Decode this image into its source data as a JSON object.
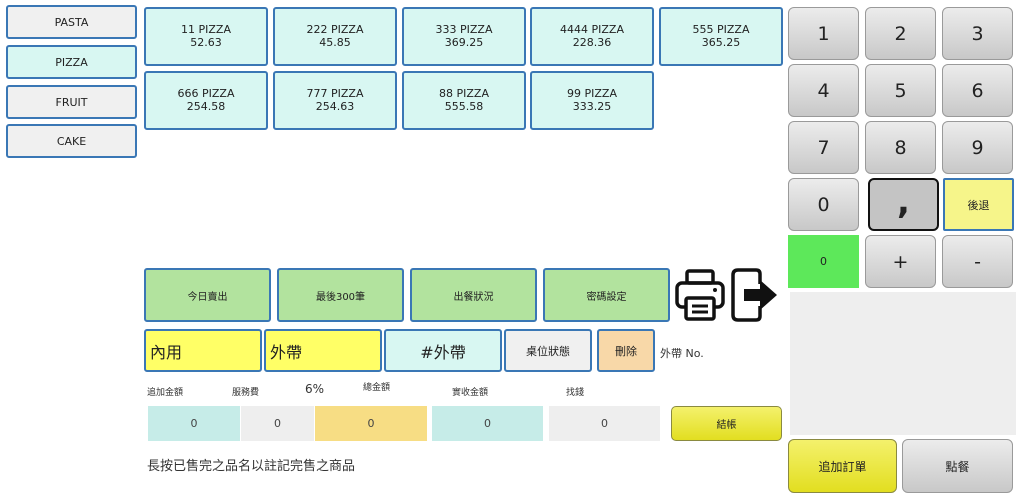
{
  "categories": [
    {
      "label": "PASTA",
      "active": false
    },
    {
      "label": "PIZZA",
      "active": true
    },
    {
      "label": "FRUIT",
      "active": false
    },
    {
      "label": "CAKE",
      "active": false
    }
  ],
  "products": [
    {
      "name": "11 PIZZA",
      "price": "52.63"
    },
    {
      "name": "222 PIZZA",
      "price": "45.85"
    },
    {
      "name": "333 PIZZA",
      "price": "369.25"
    },
    {
      "name": "4444 PIZZA",
      "price": "228.36"
    },
    {
      "name": "555 PIZZA",
      "price": "365.25"
    },
    {
      "name": "666 PIZZA",
      "price": "254.58"
    },
    {
      "name": "777 PIZZA",
      "price": "254.63"
    },
    {
      "name": "88 PIZZA",
      "price": "555.58"
    },
    {
      "name": "99 PIZZA",
      "price": "333.25"
    }
  ],
  "keypad": {
    "k1": "1",
    "k2": "2",
    "k3": "3",
    "k4": "4",
    "k5": "5",
    "k6": "6",
    "k7": "7",
    "k8": "8",
    "k9": "9",
    "k0": "0",
    "comma": ",",
    "backspace": "後退",
    "plus": "+",
    "minus": "-"
  },
  "quantity": "0",
  "bottom_buttons": {
    "add_order": "追加訂單",
    "place_order": "點餐"
  },
  "functions": {
    "today_sales": "今日賣出",
    "last_300": "最後300筆",
    "serving_status": "出餐狀況",
    "password_settings": "密碼設定"
  },
  "icons": {
    "print": "printer-icon",
    "exit": "exit-icon"
  },
  "modes": {
    "dine_in": "內用",
    "takeout": "外帶",
    "takeout_number": "#外帶",
    "table_status": "桌位狀態",
    "delete": "刪除",
    "takeout_no_label": "外帶 No."
  },
  "totals": {
    "extra_amount_label": "追加金額",
    "service_fee_label": "服務費",
    "service_fee_rate": "6%",
    "total_label": "總金額",
    "received_label": "實收金額",
    "change_label": "找錢",
    "extra_amount": "0",
    "service_fee": "0",
    "total": "0",
    "received": "0",
    "change": "0",
    "checkout": "結帳"
  },
  "hint": "長按已售完之品名以註記完售之商品",
  "colors": {
    "border_blue": "#3a77b5",
    "tile_cyan": "#d8f7f2",
    "function_green": "#b2e39e",
    "mode_yellow": "#ffff66",
    "qty_green": "#5de85a",
    "total_yellow": "#f7dd84",
    "delete_orange": "#f8d8a8"
  }
}
